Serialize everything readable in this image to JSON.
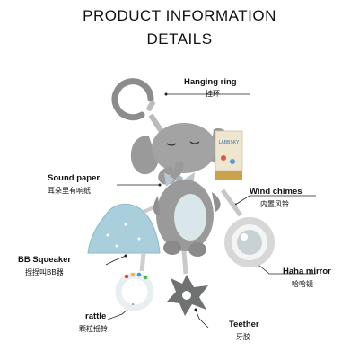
{
  "header": {
    "line1": "PRODUCT INFORMATION",
    "line2": "DETAILS"
  },
  "callouts": {
    "hanging_ring": {
      "en": "Hanging ring",
      "zh": "挂环"
    },
    "sound_paper": {
      "en": "Sound paper",
      "zh": "耳朵里有响纸"
    },
    "wind_chimes": {
      "en": "Wind chimes",
      "zh": "内置风铃"
    },
    "bb_squeaker": {
      "en": "BB Squeaker",
      "zh": "捏捏叫BB器"
    },
    "haha_mirror": {
      "en": "Haha mirror",
      "zh": "哈哈镜"
    },
    "rattle": {
      "en": "rattle",
      "zh": "颗粒摇铃"
    },
    "teether": {
      "en": "Teether",
      "zh": "牙胶"
    }
  },
  "tag": {
    "brand": "LABBSKY"
  },
  "colors": {
    "plush_gray": "#9a9a9a",
    "plush_dark": "#7d7d7d",
    "cloud_blue": "#a9cfdc",
    "teether_gray": "#6f7270",
    "ring_gray": "#8c8c8c"
  }
}
